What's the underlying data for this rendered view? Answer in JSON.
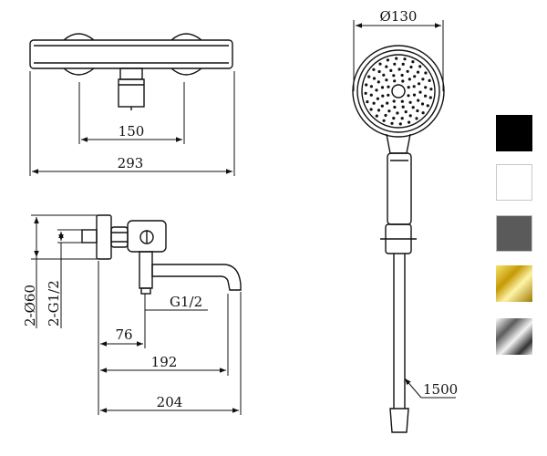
{
  "dimensions": {
    "mixer_inner_width": "150",
    "mixer_overall_width": "293",
    "pipe_diameter_label": "2-Ø60",
    "thread_label": "2-G1/2",
    "outlet_thread": "G1/2",
    "offset_76": "76",
    "offset_192": "192",
    "depth_204": "204",
    "head_diameter": "Ø130",
    "hose_length": "1500"
  },
  "finishes": [
    {
      "name": "black",
      "color": "#000000"
    },
    {
      "name": "white",
      "color": "#ffffff"
    },
    {
      "name": "gunmetal",
      "color": "#5a5a5a"
    },
    {
      "name": "gold",
      "color": "#d4b012"
    },
    {
      "name": "chrome",
      "color": "#b8b8b8"
    }
  ],
  "colors": {
    "line": "#111111",
    "background": "#ffffff"
  }
}
